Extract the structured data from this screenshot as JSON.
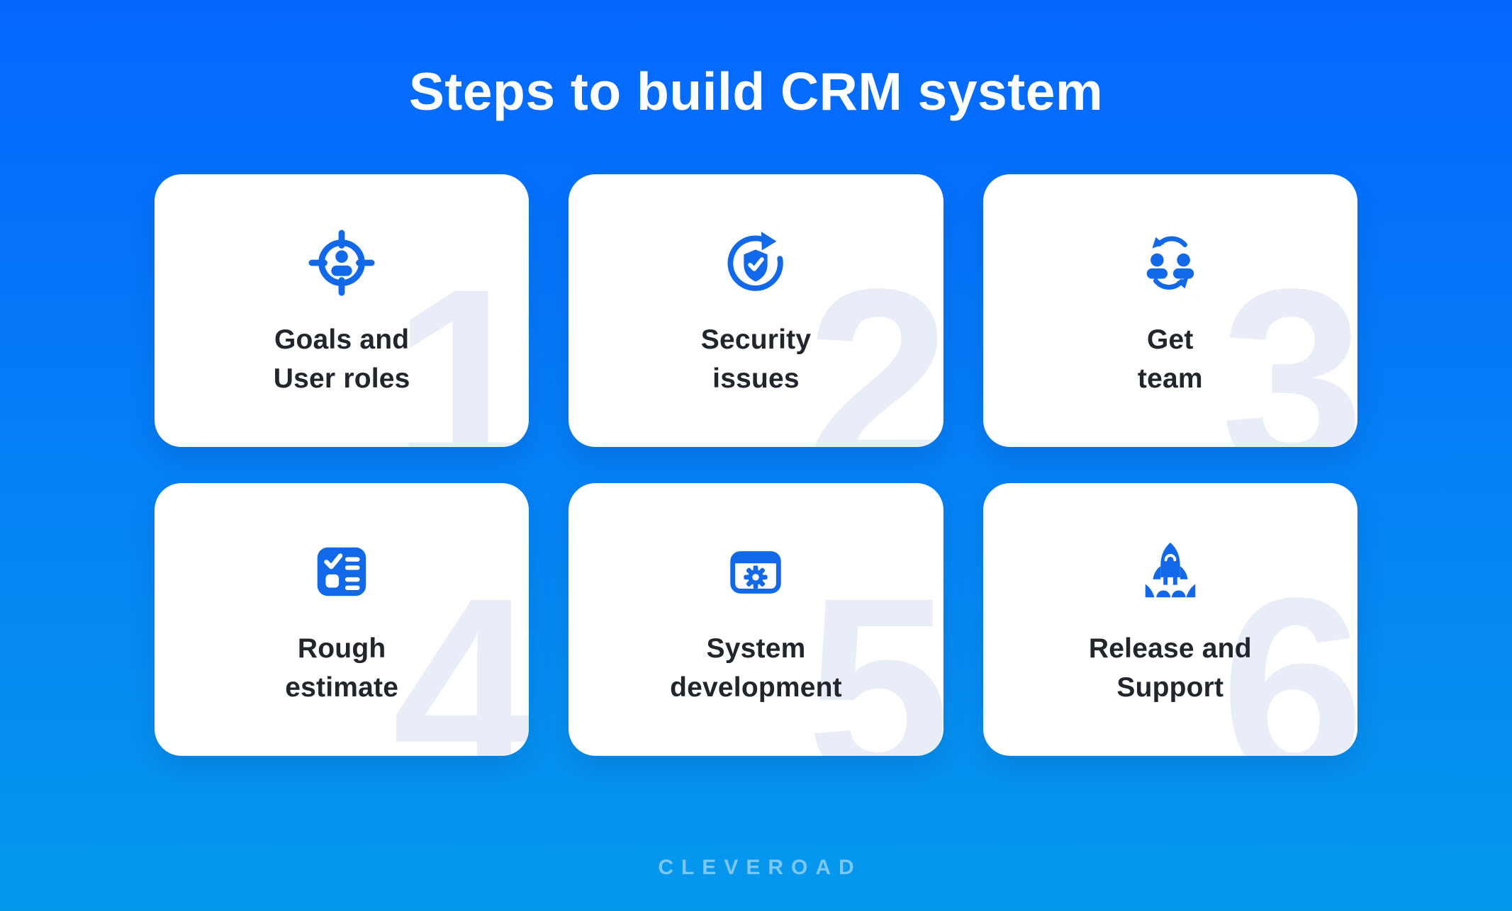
{
  "title": "Steps to build CRM system",
  "brand": "CLEVEROAD",
  "colors": {
    "background_top": "#0566ff",
    "background_bottom": "#0599ec",
    "accent": "#1169e9",
    "card_bg": "#ffffff",
    "title_text": "#ffffff",
    "label_text": "#21252c",
    "number_text": "#e8edf8",
    "brand_text": "#7cc7f3"
  },
  "steps": [
    {
      "number": "1",
      "label_line1": "Goals and",
      "label_line2": "User roles",
      "icon": "user-target-icon"
    },
    {
      "number": "2",
      "label_line1": "Security",
      "label_line2": "issues",
      "icon": "shield-check-refresh-icon"
    },
    {
      "number": "3",
      "label_line1": "Get",
      "label_line2": "team",
      "icon": "team-exchange-icon"
    },
    {
      "number": "4",
      "label_line1": "Rough",
      "label_line2": "estimate",
      "icon": "checklist-icon"
    },
    {
      "number": "5",
      "label_line1": "System",
      "label_line2": "development",
      "icon": "window-gear-icon"
    },
    {
      "number": "6",
      "label_line1": "Release and",
      "label_line2": "Support",
      "icon": "rocket-launch-icon"
    }
  ]
}
